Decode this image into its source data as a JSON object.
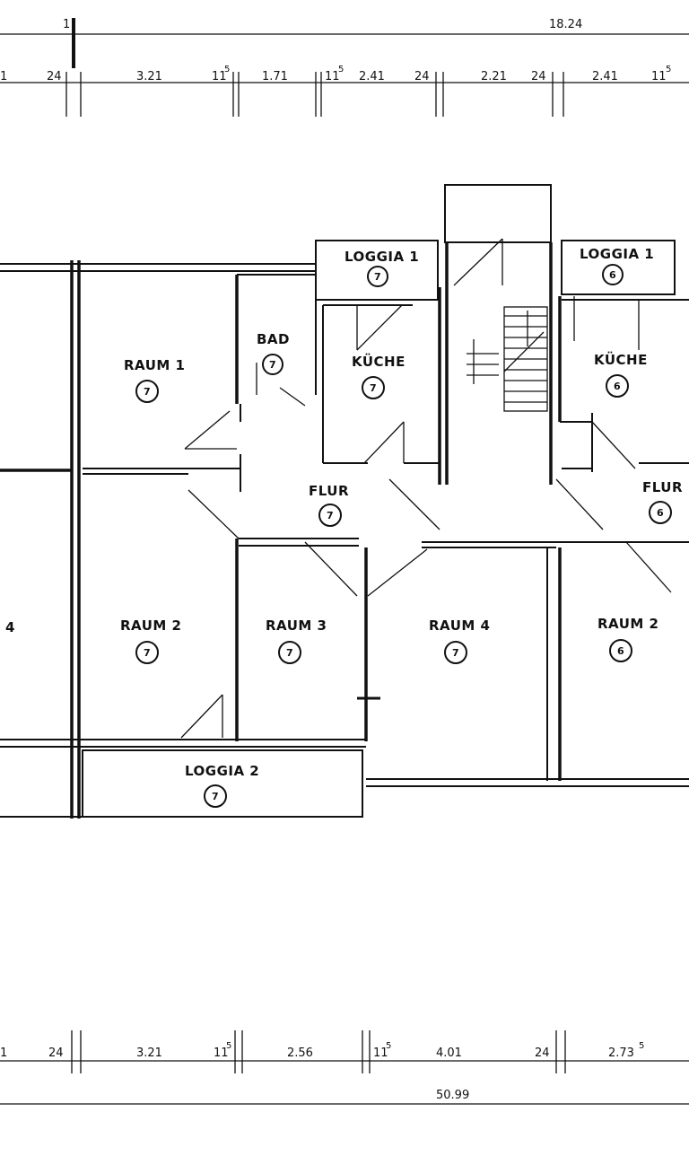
{
  "dimensions": {
    "top_total": "18.24",
    "top_segments": [
      "1",
      "24",
      "3.21",
      "11",
      "5",
      "1.71",
      "11",
      "5",
      "2.41",
      "24",
      "2.21",
      "24",
      "2.41",
      "11",
      "5"
    ],
    "top_mark": "1",
    "bottom_segments": [
      "1",
      "24",
      "3.21",
      "11",
      "5",
      "2.56",
      "11",
      "5",
      "4.01",
      "24",
      "2.73",
      "5"
    ],
    "bottom_total": "50.99"
  },
  "rooms": {
    "raum1": {
      "label": "RAUM 1",
      "num": "7"
    },
    "bad": {
      "label": "BAD",
      "num": "7"
    },
    "kueche_a": {
      "label": "KÜCHE",
      "num": "7"
    },
    "loggia1_a": {
      "label": "LOGGIA 1",
      "num": "7"
    },
    "loggia1_b": {
      "label": "LOGGIA 1",
      "num": "6"
    },
    "kueche_b": {
      "label": "KÜCHE",
      "num": "6"
    },
    "flur_a": {
      "label": "FLUR",
      "num": "7"
    },
    "flur_b": {
      "label": "FLUR",
      "num": "6"
    },
    "raum2_a": {
      "label": "RAUM 2",
      "num": "7"
    },
    "raum3": {
      "label": "RAUM 3",
      "num": "7"
    },
    "raum4": {
      "label": "RAUM 4",
      "num": "7"
    },
    "raum2_b": {
      "label": "RAUM 2",
      "num": "6"
    },
    "loggia2": {
      "label": "LOGGIA 2",
      "num": "7"
    },
    "left_cut": {
      "label": "4"
    }
  }
}
